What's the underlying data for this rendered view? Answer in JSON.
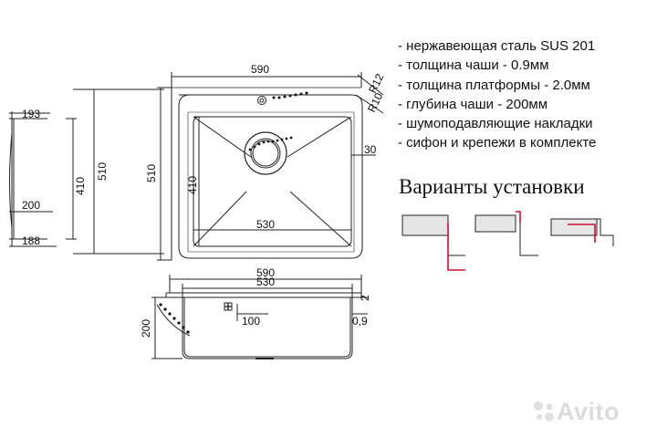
{
  "specs": [
    "- нержавеющая сталь SUS 201",
    "- толщина чаши - 0.9мм",
    "- толщина платформы - 2.0мм",
    "- глубина чаши - 200мм",
    "- шумоподавляющие накладки",
    "- сифон и крепежи в комплекте"
  ],
  "variants_title": "Варианты установки",
  "dimensions": {
    "top_width": "590",
    "top_height": "510",
    "bowl_height": "410",
    "bowl_width": "530",
    "radius_outer": "R12",
    "radius_inner": "R10",
    "edge_offset": "30",
    "side_193": "193",
    "side_200": "200",
    "side_188": "188",
    "side_410": "410",
    "side_510": "510",
    "front_590": "590",
    "front_530": "530",
    "front_depth": "200",
    "front_100": "100",
    "front_2": "2",
    "front_09": "0,9"
  },
  "watermark": "Avito",
  "colors": {
    "line": "#222222",
    "accent": "#c8102e",
    "watermark": "#dcdcdc"
  }
}
